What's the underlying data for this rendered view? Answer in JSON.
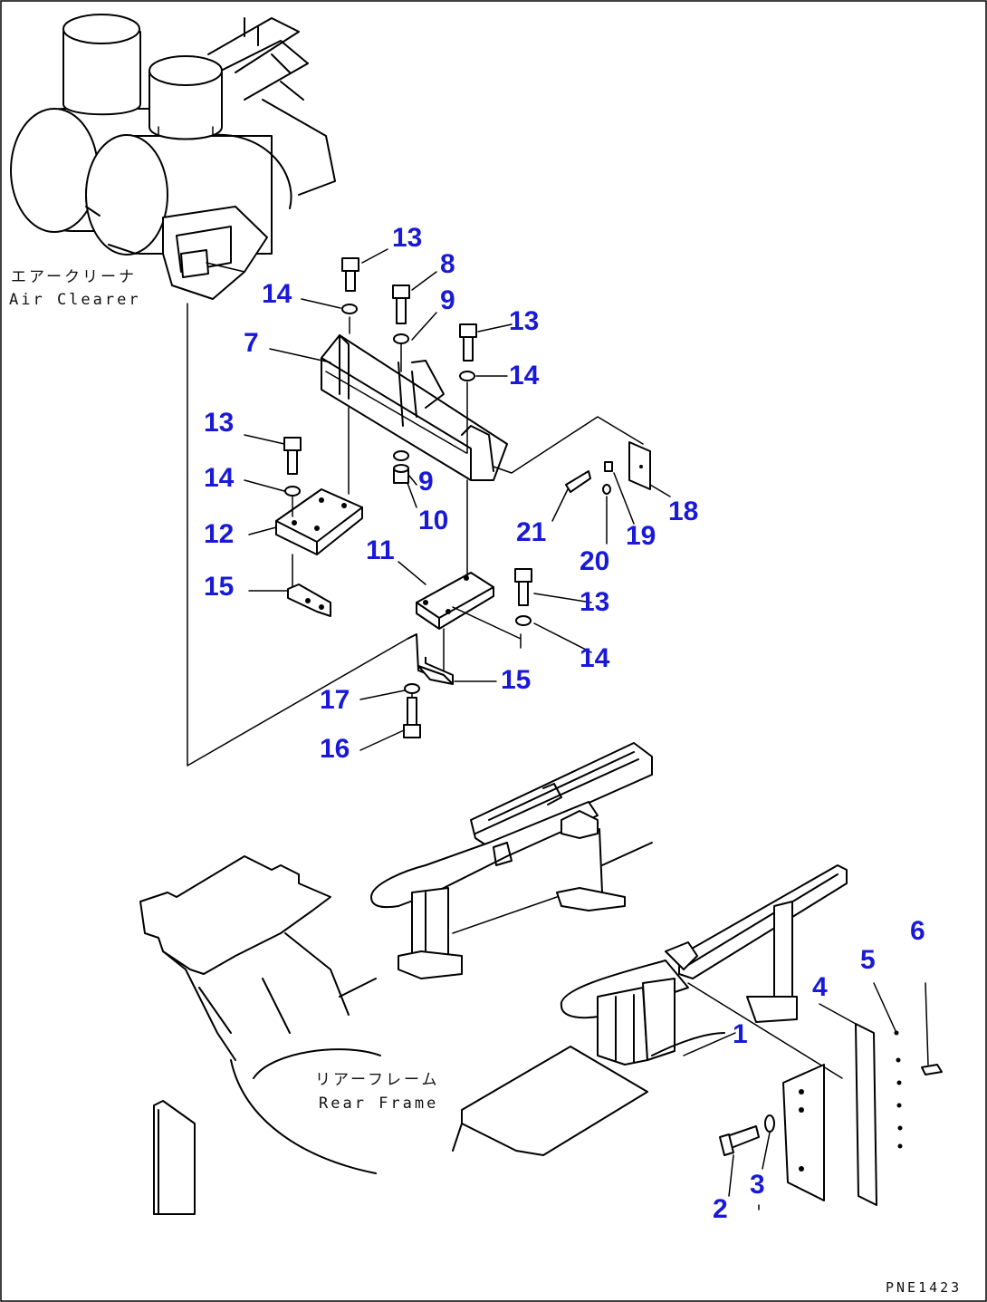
{
  "diagram": {
    "labels": {
      "air_cleaner_jp": "エアークリーナ",
      "air_cleaner_en": "Air Clearer",
      "rear_frame_jp": "リアーフレーム",
      "rear_frame_en": "Rear Frame",
      "drawing_code": "PNE1423"
    },
    "part_numbers": [
      "1",
      "2",
      "3",
      "4",
      "5",
      "6",
      "7",
      "8",
      "9",
      "9",
      "10",
      "11",
      "12",
      "13",
      "13",
      "13",
      "13",
      "14",
      "14",
      "14",
      "14",
      "15",
      "15",
      "16",
      "17",
      "18",
      "19",
      "20",
      "21"
    ],
    "colors": {
      "callout": "#1a1ad6",
      "line": "#000000",
      "background": "#ffffff"
    }
  }
}
